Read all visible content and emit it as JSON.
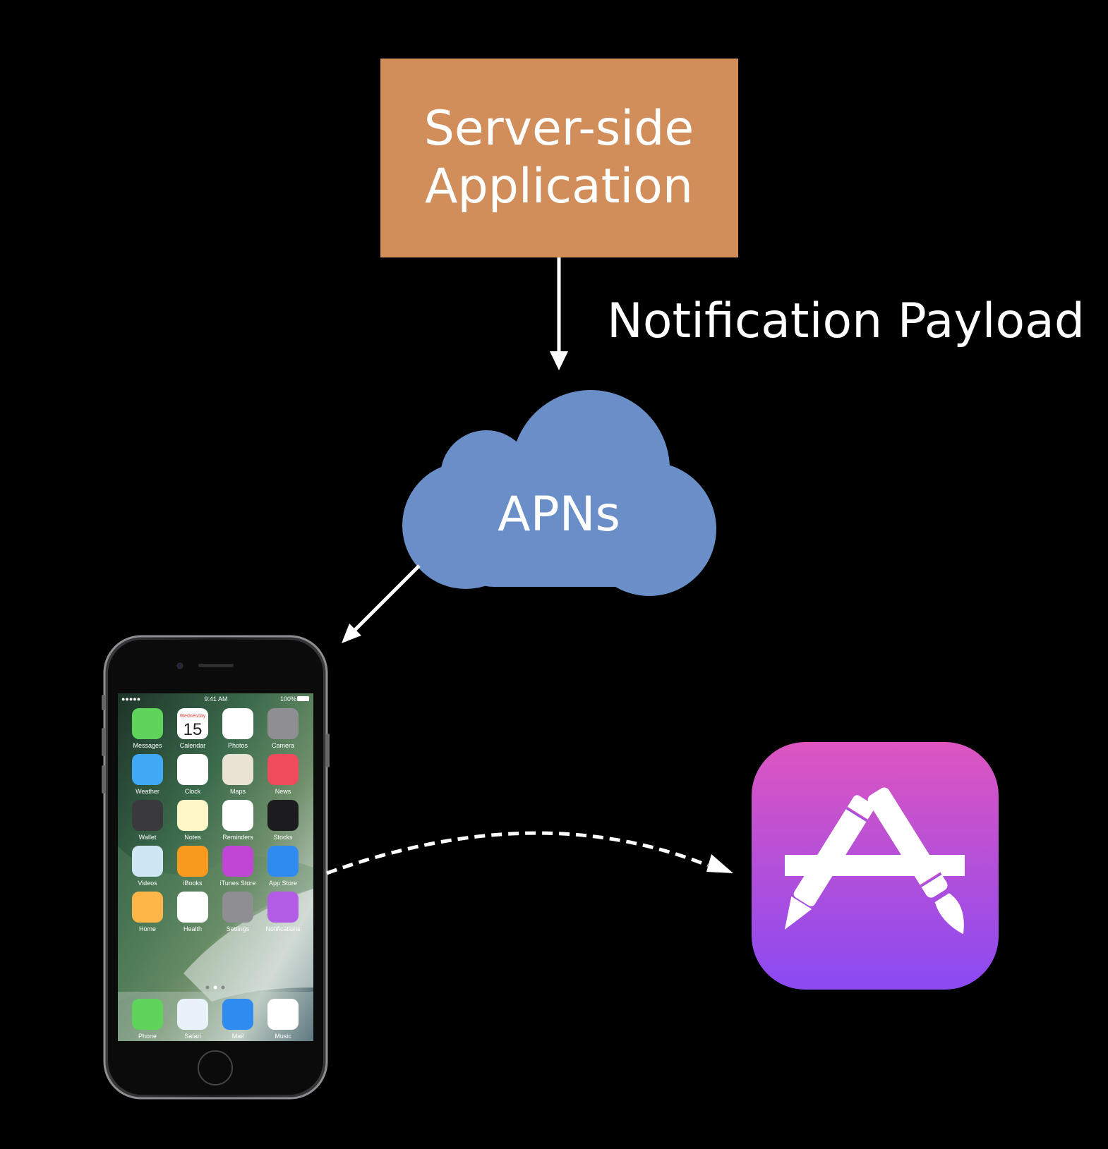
{
  "server": {
    "line1": "Server-side",
    "line2": "Application"
  },
  "payload_label": "Notification Payload",
  "apns_label": "APNs",
  "phone": {
    "status": {
      "signal": "●●●●● ",
      "time": "9:41 AM",
      "battery": "100%"
    },
    "calendar_day": "Wednesday",
    "calendar_date": "15",
    "apps": [
      "Messages",
      "Calendar",
      "Photos",
      "Camera",
      "Weather",
      "Clock",
      "Maps",
      "News",
      "Wallet",
      "Notes",
      "Reminders",
      "Stocks",
      "Videos",
      "iBooks",
      "iTunes Store",
      "App Store",
      "Home",
      "Health",
      "Settings",
      "Notifications"
    ],
    "dock": [
      "Phone",
      "Safari",
      "Mail",
      "Music"
    ]
  },
  "colors": {
    "background": "#000000",
    "server_box": "#D18E5A",
    "cloud": "#6A8EC8",
    "arrows": "#FFFFFF",
    "app_icon_top": "#DD55C0",
    "app_icon_bottom": "#8A4AF2"
  },
  "icons": {
    "app_icon": "app-store-notifications-icon",
    "device": "iphone-device"
  }
}
